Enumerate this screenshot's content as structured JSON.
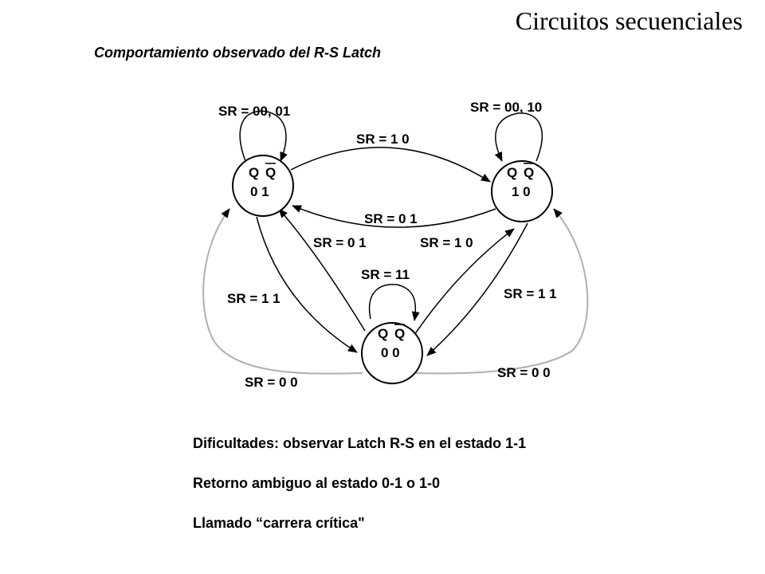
{
  "header": {
    "title": "Circuitos secuenciales",
    "subtitle": "Comportamiento observado del R-S Latch"
  },
  "states": {
    "s01": {
      "q": "Q",
      "qbar": "Q",
      "value": "0 1"
    },
    "s10": {
      "q": "Q",
      "qbar": "Q",
      "value": "1 0"
    },
    "s00": {
      "q": "Q",
      "qbar": "Q",
      "value": "0 0"
    }
  },
  "transitions": {
    "self_01": "SR = 00, 01",
    "self_10": "SR = 00, 10",
    "self_00": "SR = 11",
    "t01_to_10": "SR = 1 0",
    "t10_to_01": "SR = 0 1",
    "t00_to_01": "SR = 0 1",
    "t00_to_10": "SR = 1 0",
    "t01_to_00": "SR = 1 1",
    "t10_to_00": "SR = 1 1",
    "race_left": "SR = 0 0",
    "race_right": "SR = 0 0"
  },
  "notes": {
    "line1": "Dificultades: observar Latch R-S en el estado 1-1",
    "line2": "Retorno ambiguo al estado 0-1 o 1-0",
    "line3": "Llamado “carrera crítica\""
  }
}
